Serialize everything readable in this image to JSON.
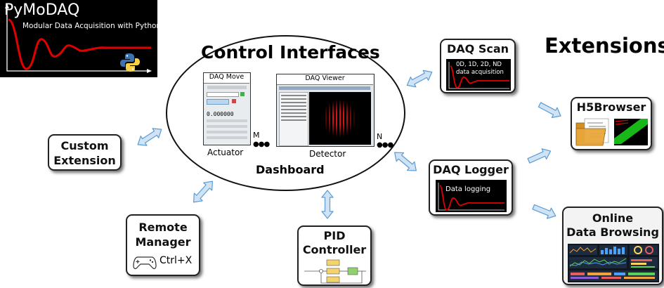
{
  "logo": {
    "name": "PyMoDAQ",
    "tagline": "Modular Data Acquisition with Python"
  },
  "dashboard": {
    "title": "Control Interfaces",
    "label": "Dashboard",
    "daq_move": {
      "window_title": "DAQ Move",
      "value": "0.000000",
      "caption": "Actuator",
      "count": "M"
    },
    "daq_viewer": {
      "window_title": "DAQ Viewer",
      "caption": "Detector",
      "count": "N"
    }
  },
  "extensions_heading": "Extensions",
  "custom_extension": {
    "line1": "Custom",
    "line2": "Extension"
  },
  "remote_manager": {
    "line1": "Remote",
    "line2": "Manager",
    "shortcut": "Ctrl+X"
  },
  "pid": {
    "line1": "PID",
    "line2": "Controller"
  },
  "daq_scan": {
    "title": "DAQ Scan",
    "line1": "0D, 1D, 2D, ND",
    "line2": "data acquisition"
  },
  "daq_logger": {
    "title": "DAQ Logger",
    "text": "Data logging"
  },
  "h5browser": {
    "title": "H5Browser"
  },
  "online": {
    "line1": "Online",
    "line2": "Data Browsing"
  },
  "colors": {
    "arrow_fill": "#cfe3f4",
    "arrow_stroke": "#5a9bd5",
    "curve_red": "#e00000",
    "panel_black": "#000000"
  }
}
